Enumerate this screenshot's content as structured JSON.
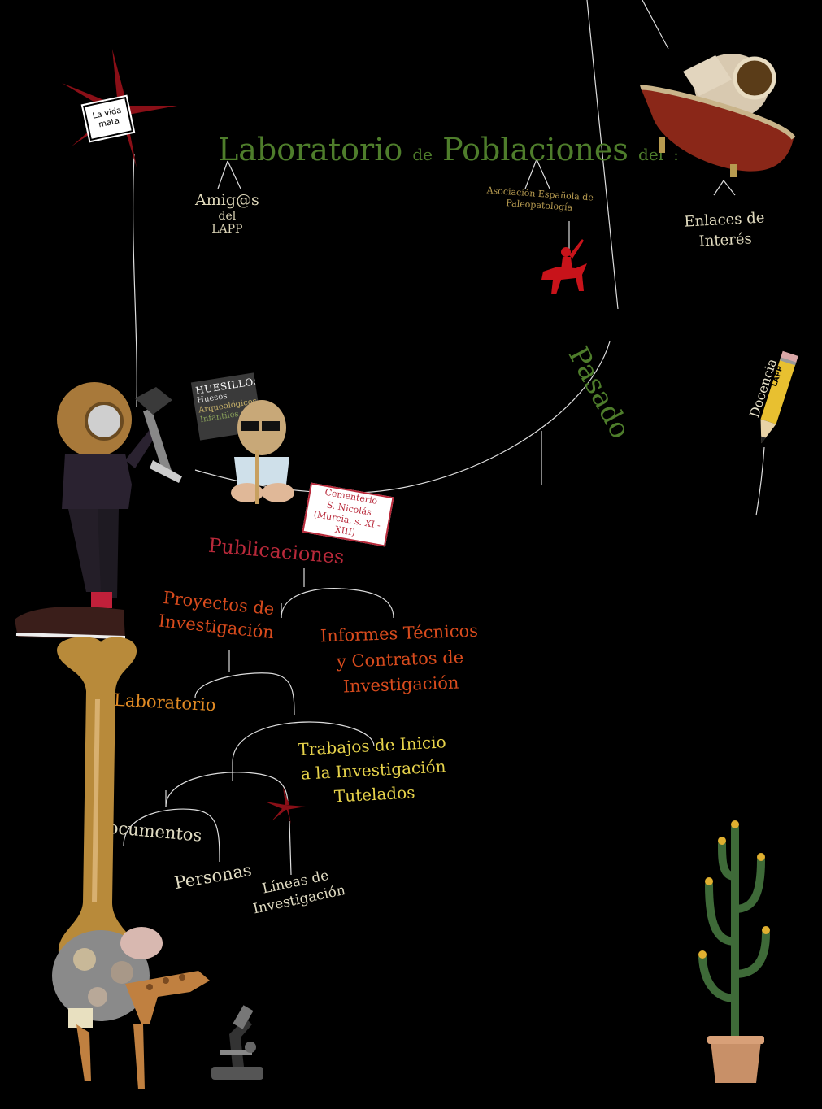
{
  "title": {
    "part1": "Laboratorio",
    "part2": "de",
    "part3": "Poblaciones",
    "part4": "del",
    "part5": ":"
  },
  "pasado": "Pasado",
  "amigos": {
    "line1": "Amig@s",
    "line2": "del",
    "line3": "LAPP"
  },
  "aep": {
    "line1": "Asociación Española de",
    "line2": "Paleopatología"
  },
  "enlaces": {
    "line1": "Enlaces de",
    "line2": "Interés"
  },
  "docencia": "Docencia",
  "pencil_label": "LAPP",
  "vida_tag": {
    "line1": "La vida",
    "line2": "mata"
  },
  "huesi": {
    "title": "HUESILLOS",
    "line1": "Huesos",
    "line2": "Arqueológicos",
    "line3": "Infantiles"
  },
  "cementerio": {
    "line1": "Cementerio",
    "line2": "S. Nicolás",
    "line3": "(Murcia, s. XI - XIII)"
  },
  "publicaciones": "Publicaciones",
  "proyectos": {
    "line1": "Proyectos de",
    "line2": "Investigación"
  },
  "informes": {
    "line1": "Informes Técnicos",
    "line2": "y Contratos de",
    "line3": "Investigación"
  },
  "laboratorio": "Laboratorio",
  "trabajos": {
    "line1": "Trabajos de Inicio",
    "line2": "a la Investigación",
    "line3": "Tutelados"
  },
  "documentos": "Documentos",
  "personas": "Personas",
  "lineas": {
    "line1": "Líneas de",
    "line2": "Investigación"
  },
  "colors": {
    "background": "#000000",
    "title_green": "#4e7d2b",
    "publicaciones_red": "#b8293a",
    "proyectos_orange": "#d84b1d",
    "laboratorio_orange": "#e08a24",
    "trabajos_yellow": "#e6d24a",
    "cream": "#e0dbc2"
  },
  "icons": [
    "starfish-icon",
    "astronaut-bathtub-icon",
    "rider-icon",
    "pencil-icon",
    "diver-figure-icon",
    "skull-child-icon",
    "bone-icon",
    "giraffe-collage-icon",
    "microscope-icon",
    "cactus-icon"
  ]
}
